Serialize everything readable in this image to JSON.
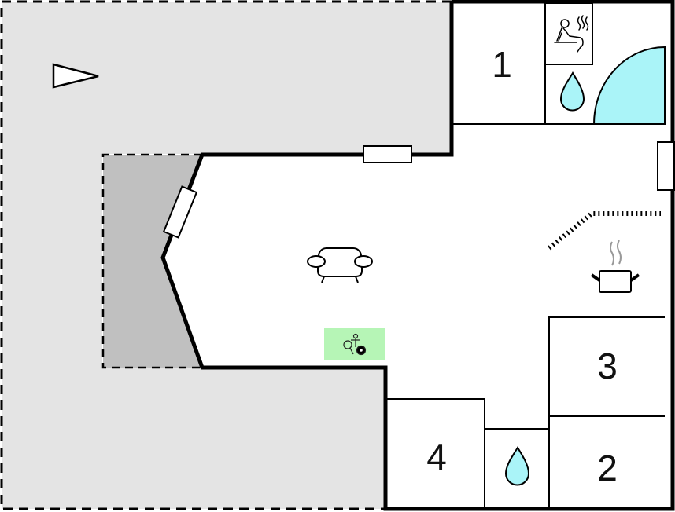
{
  "plan": {
    "type": "floor-plan",
    "colors": {
      "outdoor_terrace": "#e4e4e4",
      "covered_terrace": "#c0c0c0",
      "interior": "#ffffff",
      "wall": "#000000",
      "water": "#aaf4f8",
      "activity_area": "#b6f5b6"
    },
    "rooms": [
      {
        "id": "bedroom-1",
        "label": "1"
      },
      {
        "id": "bedroom-2",
        "label": "2"
      },
      {
        "id": "bedroom-3",
        "label": "3"
      },
      {
        "id": "bedroom-4",
        "label": "4"
      }
    ],
    "icons": [
      {
        "name": "sauna-icon",
        "meaning": "sauna"
      },
      {
        "name": "water-drop-icon",
        "meaning": "bathroom"
      },
      {
        "name": "whirlpool-icon",
        "meaning": "hot tub"
      },
      {
        "name": "sofa-icon",
        "meaning": "living room"
      },
      {
        "name": "cooking-pot-icon",
        "meaning": "kitchen"
      },
      {
        "name": "games-icon",
        "meaning": "table tennis, foosball, billiards"
      },
      {
        "name": "north-arrow-icon",
        "meaning": "orientation"
      }
    ]
  }
}
